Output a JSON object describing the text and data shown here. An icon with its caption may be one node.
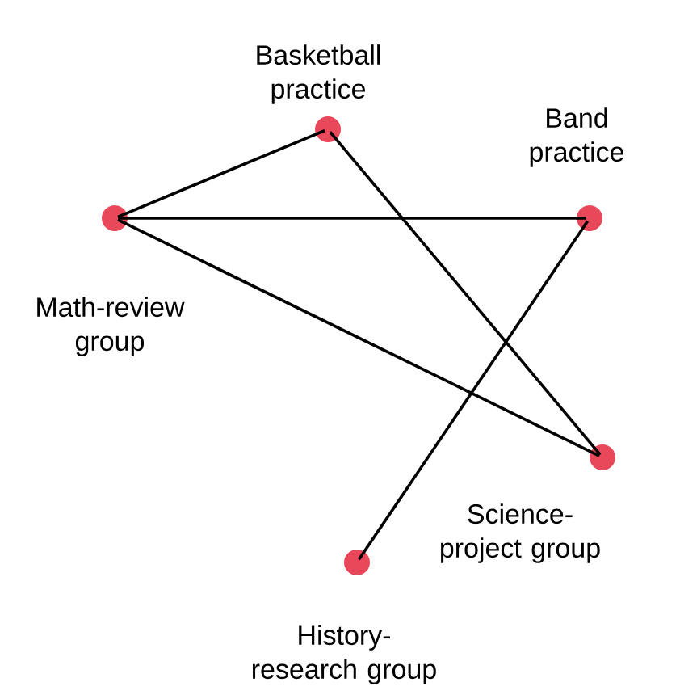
{
  "diagram": {
    "nodes": [
      {
        "text": [
          "Basketball practice"
        ]
      },
      {
        "text": [
          "Band practice"
        ]
      },
      {
        "text": [
          "Math-review group"
        ]
      },
      {
        "text": [
          "Science-project group"
        ]
      },
      {
        "text": [
          "History-research group"
        ]
      }
    ],
    "edges": [
      {
        "from": 2,
        "to": 0,
        "arrow": "none"
      },
      {
        "from": 2,
        "to": 1,
        "arrow": "none"
      },
      {
        "from": 2,
        "to": 3,
        "arrow": "none"
      },
      {
        "from": 0,
        "to": 3,
        "arrow": "none"
      },
      {
        "from": 1,
        "to": 4,
        "arrow": "none"
      }
    ]
  }
}
